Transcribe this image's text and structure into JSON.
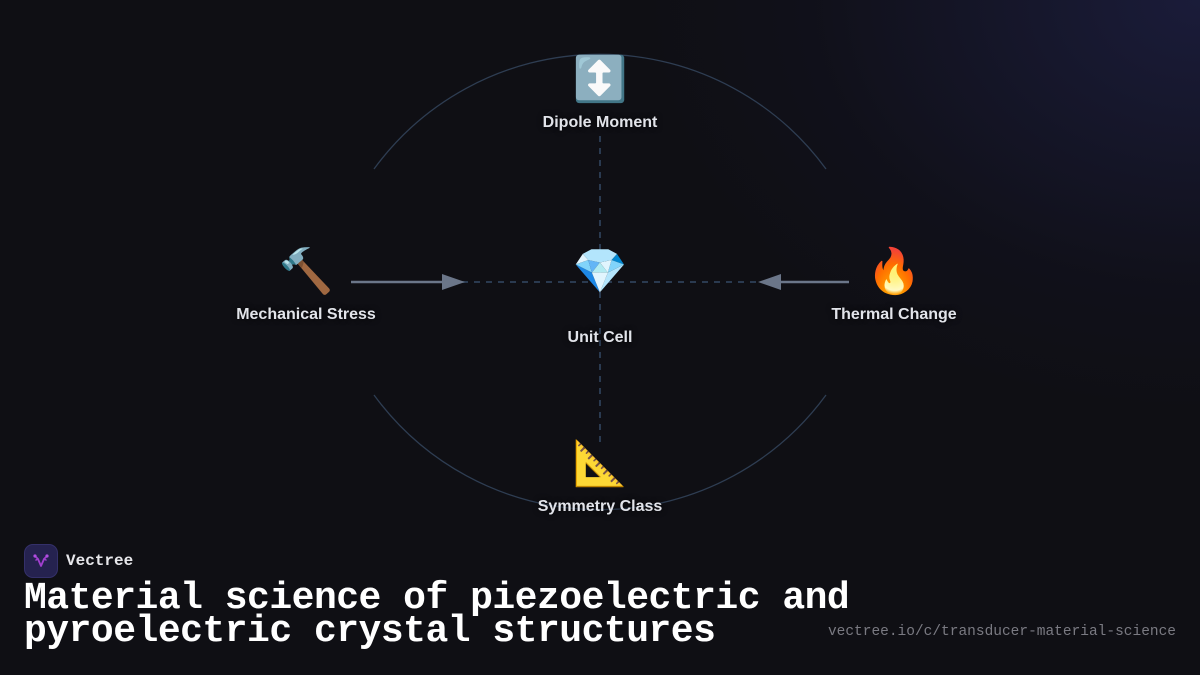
{
  "diagram": {
    "center": {
      "label": "Unit Cell",
      "icon": "gem-icon",
      "glyph": "💎"
    },
    "nodes": [
      {
        "id": "top",
        "label": "Dipole Moment",
        "icon": "up-down-arrow-icon",
        "glyph": "↕️"
      },
      {
        "id": "left",
        "label": "Mechanical Stress",
        "icon": "hammer-icon",
        "glyph": "🔨"
      },
      {
        "id": "right",
        "label": "Thermal Change",
        "icon": "fire-icon",
        "glyph": "🔥"
      },
      {
        "id": "bottom",
        "label": "Symmetry Class",
        "icon": "triangular-ruler-icon",
        "glyph": "📐"
      }
    ],
    "edges": [
      {
        "from": "Mechanical Stress",
        "to": "Unit Cell",
        "style": "arrow"
      },
      {
        "from": "Thermal Change",
        "to": "Unit Cell",
        "style": "arrow"
      },
      {
        "from": "Unit Cell",
        "to": "Dipole Moment",
        "style": "dashed"
      },
      {
        "from": "Unit Cell",
        "to": "Symmetry Class",
        "style": "dashed"
      }
    ],
    "colors": {
      "background": "#0f0f14",
      "arrow": "#6b7689",
      "dashed": "#2a3a50",
      "arc": "#2e3d52",
      "label": "#e2e4ea"
    }
  },
  "brand": {
    "name": "Vectree",
    "logo_icon": "vectree-logo-icon",
    "accent": "#a23fd0"
  },
  "title": "Material science of piezoelectric and pyroelectric crystal structures",
  "url": "vectree.io/c/transducer-material-science"
}
